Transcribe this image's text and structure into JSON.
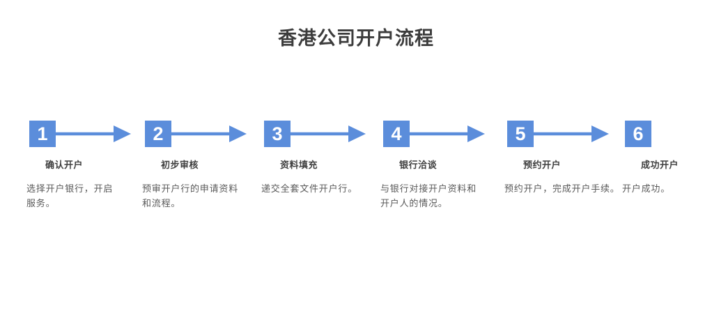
{
  "page": {
    "title": "香港公司开户流程"
  },
  "colors": {
    "accent": "#5B8DDB",
    "title-text": "#3C3C3C",
    "step-title-text": "#3F3F3F",
    "desc-text": "#595959"
  },
  "steps": [
    {
      "number": "1",
      "title": "确认开户",
      "description": "选择开户银行，开启\n服务。"
    },
    {
      "number": "2",
      "title": "初步审核",
      "description": "预审开户行的申请资料\n和流程。"
    },
    {
      "number": "3",
      "title": "资料填充",
      "description": "递交全套文件开户行。"
    },
    {
      "number": "4",
      "title": "银行洽谈",
      "description": "与银行对接开户资料和\n开户人的情况。"
    },
    {
      "number": "5",
      "title": "预约开户",
      "description": "预约开户，完成开户手续。"
    },
    {
      "number": "6",
      "title": "成功开户",
      "description": "开户成功。"
    }
  ]
}
